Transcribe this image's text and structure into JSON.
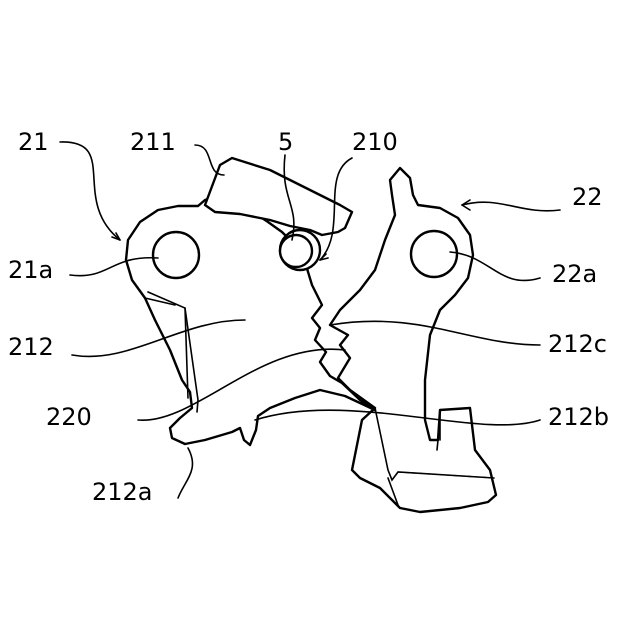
{
  "labels": {
    "part_21": "21",
    "part_211": "211",
    "part_5": "5",
    "part_210": "210",
    "part_22": "22",
    "part_21a": "21a",
    "part_22a": "22a",
    "part_212": "212",
    "part_212c": "212c",
    "part_220": "220",
    "part_212b": "212b",
    "part_212a": "212a"
  }
}
